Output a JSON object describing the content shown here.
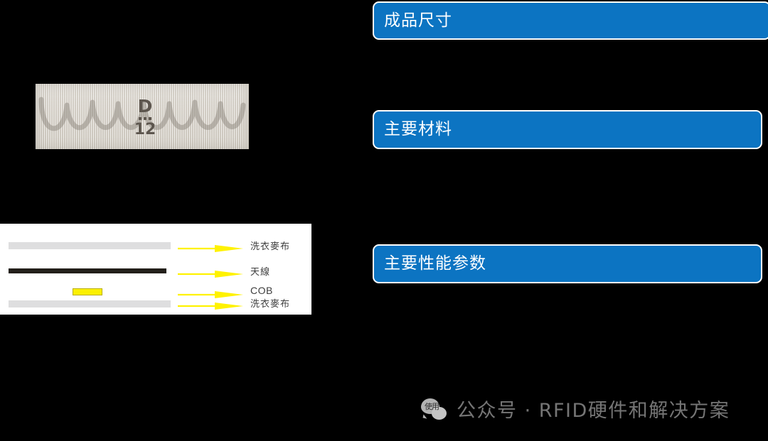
{
  "slide": {
    "background_color": "#000000",
    "accent_color": "#0c74c2"
  },
  "product_photo": {
    "name": "RFID laundry fabric tag",
    "marking_letter": "D",
    "marking_dots": "•••",
    "marking_number": "12"
  },
  "layer_diagram": {
    "layers": [
      {
        "label": "洗衣麥布",
        "type": "fabric",
        "script": "cjk"
      },
      {
        "label": "天線",
        "type": "antenna",
        "script": "cjk"
      },
      {
        "label": "COB",
        "type": "cob",
        "script": "latin"
      },
      {
        "label": "洗衣麥布",
        "type": "fabric",
        "script": "cjk"
      }
    ],
    "leader_color": "#fff200"
  },
  "sections": [
    {
      "label": "成品尺寸"
    },
    {
      "label": "主要材料"
    },
    {
      "label": "主要性能参数"
    }
  ],
  "watermark": {
    "icon": "wechat-icon",
    "icon_glyph": "使用",
    "text": "公众号 · RFID硬件和解决方案"
  }
}
